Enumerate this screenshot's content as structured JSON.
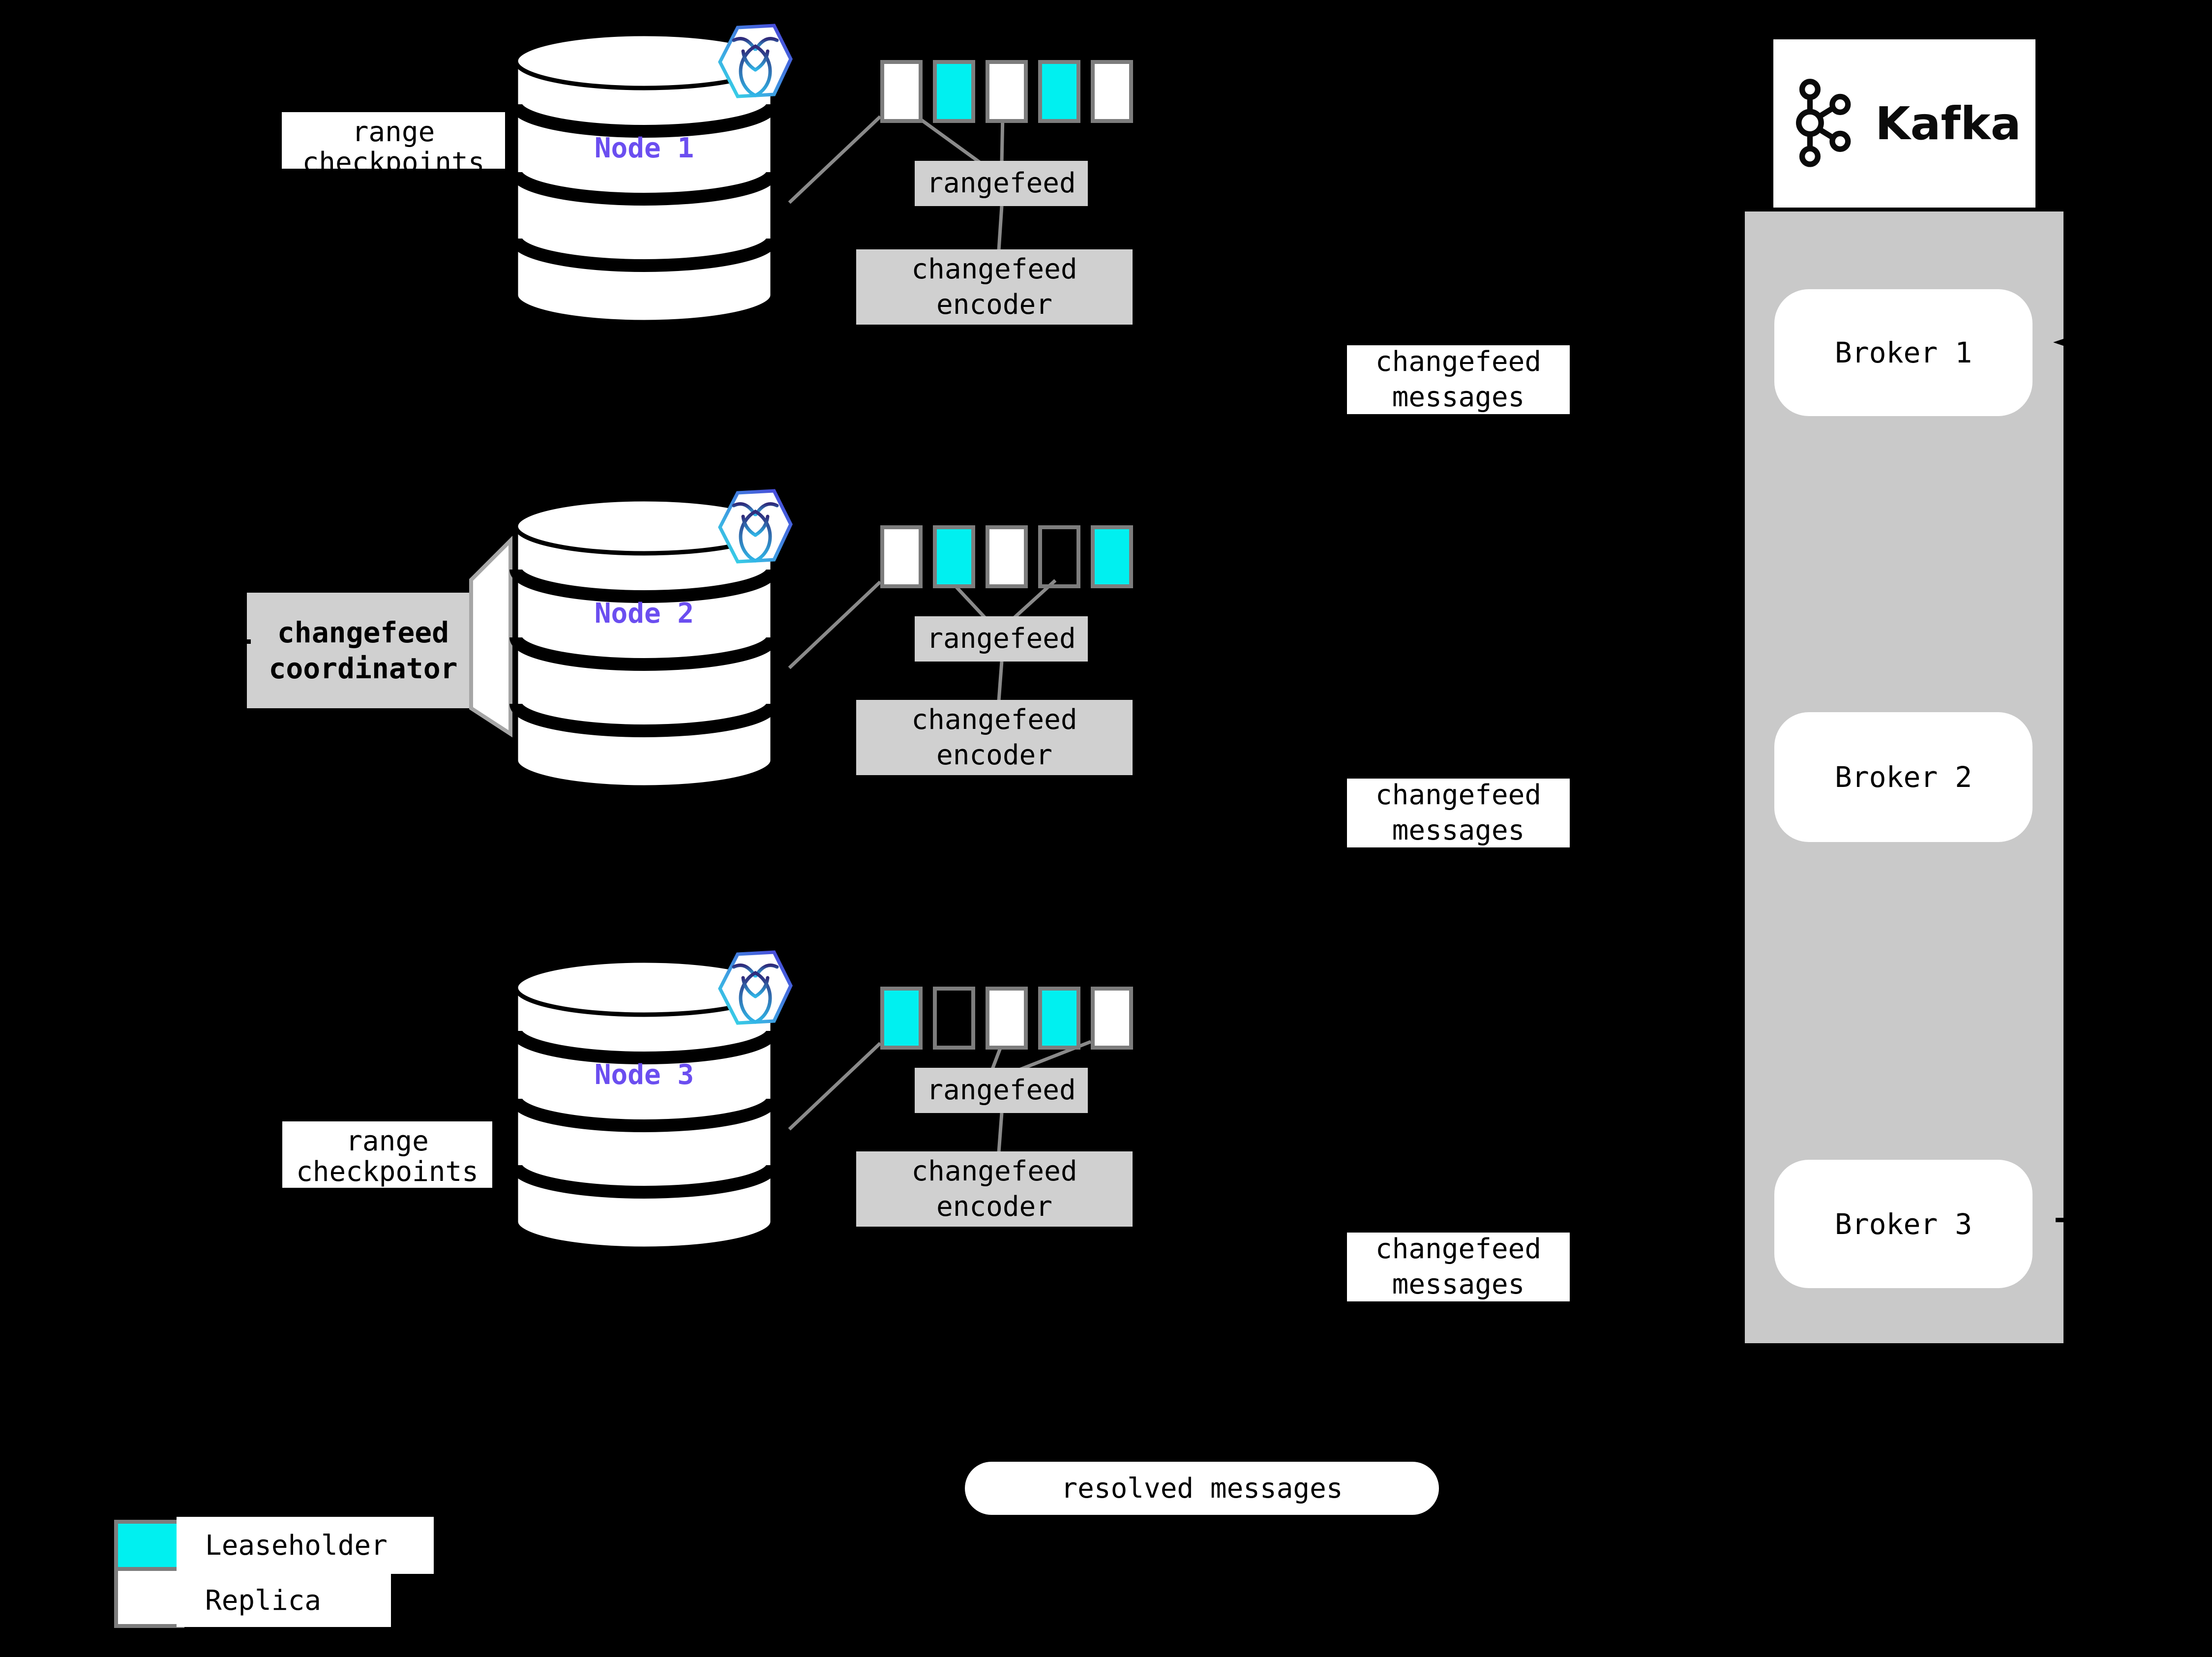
{
  "nodes": [
    {
      "name": "Node 1",
      "side_label": "range checkpoints",
      "squares": [
        "replica",
        "leaseholder",
        "replica",
        "leaseholder",
        "replica"
      ],
      "rangefeed_label": "rangefeed",
      "encoder_label": "changefeed encoder",
      "messages_label": "changefeed messages"
    },
    {
      "name": "Node 2",
      "coordinator_label": "changefeed coordinator",
      "squares": [
        "replica",
        "leaseholder",
        "replica",
        "empty",
        "leaseholder"
      ],
      "rangefeed_label": "rangefeed",
      "encoder_label": "changefeed encoder",
      "messages_label": "changefeed messages"
    },
    {
      "name": "Node 3",
      "side_label": "range checkpoints",
      "squares": [
        "leaseholder",
        "empty",
        "replica",
        "leaseholder",
        "replica"
      ],
      "rangefeed_label": "rangefeed",
      "encoder_label": "changefeed encoder",
      "messages_label": "changefeed messages"
    }
  ],
  "kafka": {
    "brand": "Kafka",
    "brokers": [
      {
        "label": "Broker 1"
      },
      {
        "label": "Broker 2"
      },
      {
        "label": "Broker 3"
      }
    ]
  },
  "resolved_label": "resolved messages",
  "legend": {
    "items": [
      {
        "kind": "leaseholder",
        "label": "Leaseholder"
      },
      {
        "kind": "replica",
        "label": "Replica"
      }
    ]
  },
  "icons": {
    "node_badge": "cockroachdb-logo",
    "kafka_mark": "kafka-logo",
    "node_shape": "database-cylinder"
  },
  "colors": {
    "leaseholder": "#00f0f0",
    "replica": "#ffffff",
    "node-name": "#6b4ef0",
    "line": "#8a8a8a",
    "box-gray": "#d0d0d0",
    "kafka-gray": "#c9c9c9",
    "arrow-black": "#000000"
  }
}
